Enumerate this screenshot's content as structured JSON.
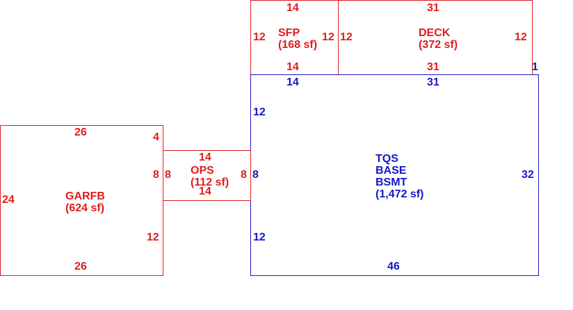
{
  "colors": {
    "existing": "#e01c1c",
    "main": "#1616c8"
  },
  "areas": {
    "sfp": {
      "name": "SFP",
      "area": "(168 sf)",
      "dims": {
        "top": "14",
        "bottom": "14",
        "left": "12",
        "right": "12"
      }
    },
    "deck": {
      "name": "DECK",
      "area": "(372 sf)",
      "dims": {
        "top": "31",
        "bottom": "31",
        "left": "12",
        "right": "12",
        "offset": "1"
      }
    },
    "ops": {
      "name": "OPS",
      "area": "(112 sf)",
      "dims": {
        "top": "14",
        "bottom": "14",
        "left": "8",
        "right": "8"
      }
    },
    "garfb": {
      "name": "GARFB",
      "area": "(624 sf)",
      "dims": {
        "top": "26",
        "bottom": "26",
        "left": "24",
        "right_upper": "4",
        "right_mid": "8",
        "right_lower": "12"
      }
    },
    "main": {
      "line1": "TQS",
      "line2": "BASE",
      "line3": "BSMT",
      "area": "(1,472 sf)",
      "dims": {
        "top_left": "14",
        "top_right": "31",
        "left_upper": "12",
        "left_mid": "8",
        "left_lower": "12",
        "right": "32",
        "bottom": "46"
      }
    }
  }
}
